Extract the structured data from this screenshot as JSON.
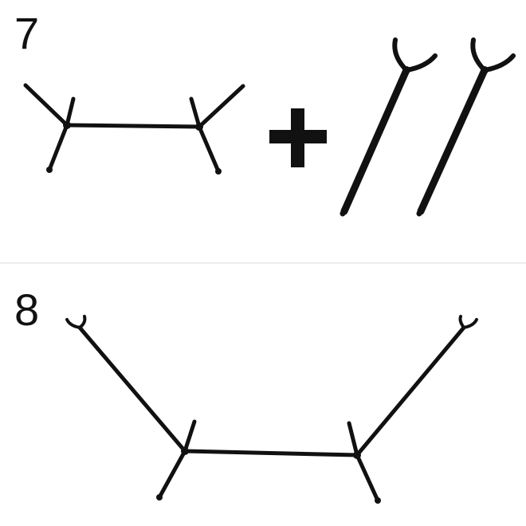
{
  "steps": [
    {
      "number": "7",
      "components": [
        "base-frame",
        "upright-arm-pair"
      ],
      "operator": "plus-icon"
    },
    {
      "number": "8",
      "components": [
        "assembled-hammock-stand"
      ]
    }
  ],
  "colors": {
    "frame": "#111111",
    "background": "#ffffff",
    "divider": "#ececec"
  }
}
